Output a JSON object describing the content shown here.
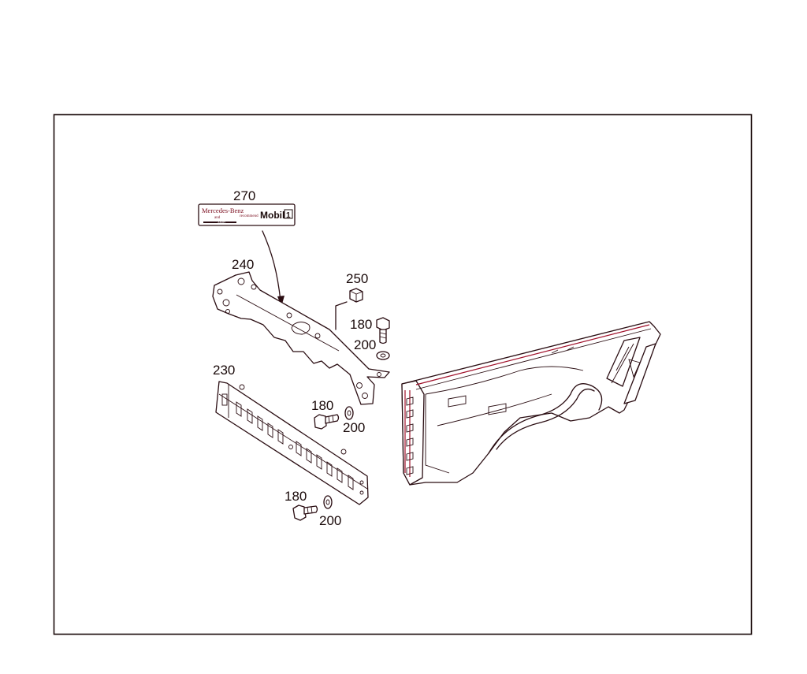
{
  "diagram": {
    "labels": {
      "sticker": "270",
      "bracket": "240",
      "nut": "250",
      "bolt_upper": "180",
      "washer_upper": "200",
      "rail": "230",
      "bolt_middle": "180",
      "washer_middle": "200",
      "bolt_lower": "180",
      "washer_lower": "200"
    },
    "sticker": {
      "brand_left": "Mercedes-Benz",
      "small_and": "and",
      "small_recommend": "recommend",
      "brand_right": "Mobil",
      "brand_right_suffix": "1",
      "badge": "AMG"
    }
  },
  "colors": {
    "line": "#2a0d12",
    "accent": "#a0102a",
    "frame": "#1a0a0a"
  }
}
